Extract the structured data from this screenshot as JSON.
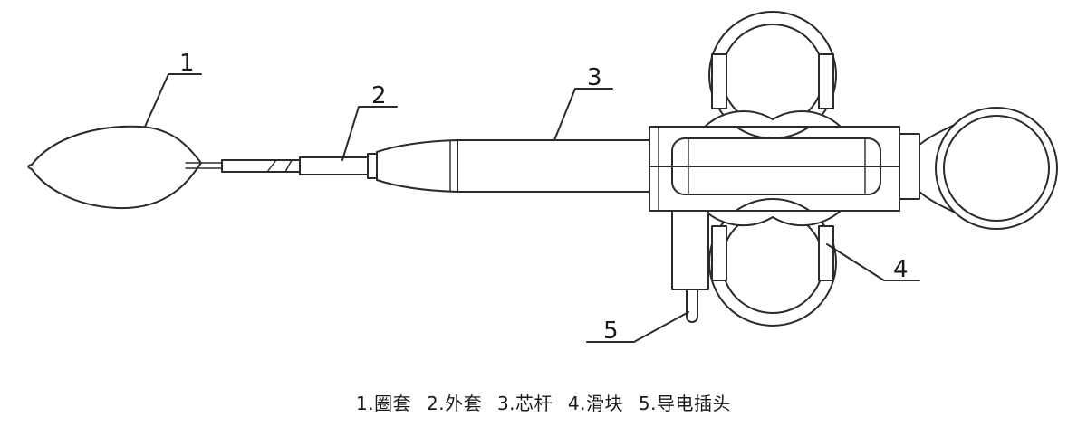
{
  "callouts": [
    {
      "number": "1"
    },
    {
      "number": "2"
    },
    {
      "number": "3"
    },
    {
      "number": "4"
    },
    {
      "number": "5"
    }
  ],
  "legend": [
    {
      "text": "1.圈套"
    },
    {
      "text": "2.外套"
    },
    {
      "text": "3.芯杆"
    },
    {
      "text": "4.滑块"
    },
    {
      "text": "5.导电插头"
    }
  ],
  "colors": {
    "line": "#2b2b2b",
    "background": "#ffffff"
  }
}
